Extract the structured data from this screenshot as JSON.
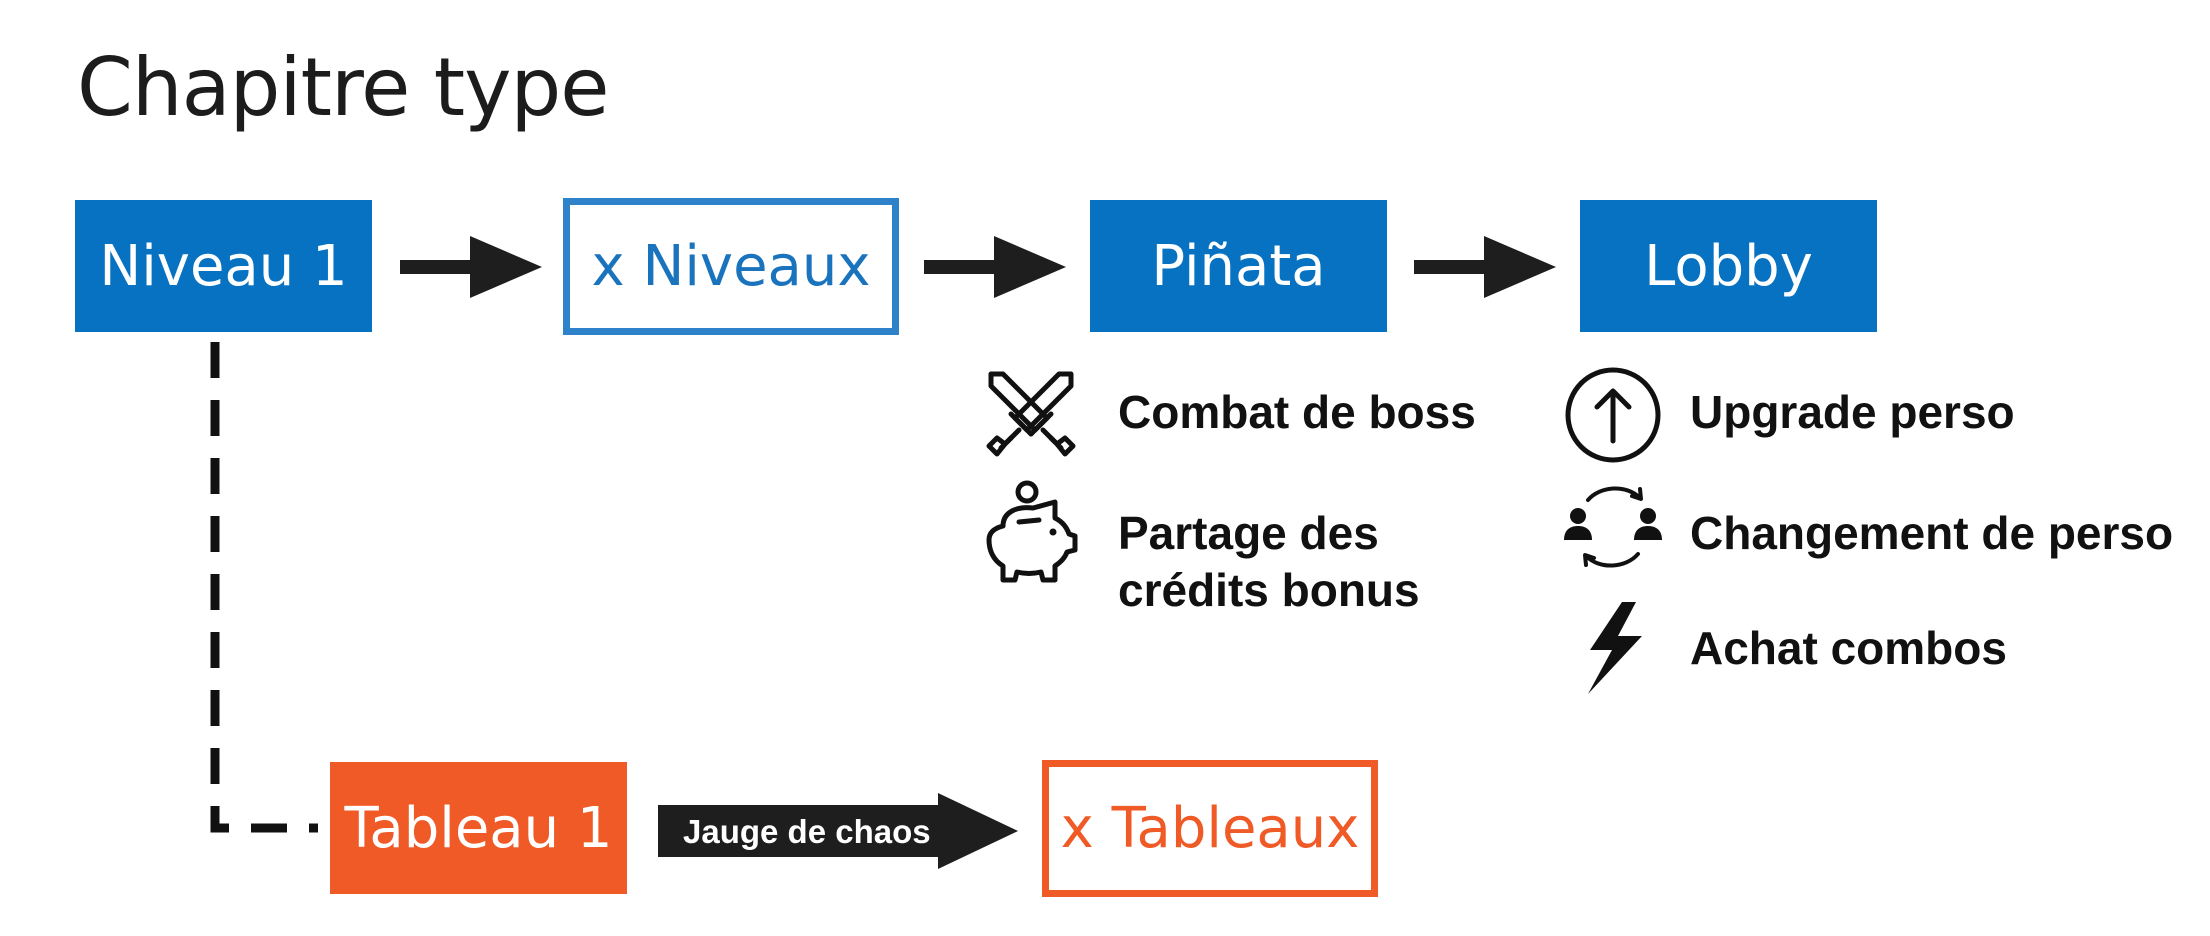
{
  "title": "Chapitre type",
  "boxes": {
    "niveau1": "Niveau 1",
    "x_niveaux": "x Niveaux",
    "pinata": "Piñata",
    "lobby": "Lobby",
    "tableau1": "Tableau 1",
    "x_tableaux": "x Tableaux"
  },
  "arrow_label": "Jauge de chaos",
  "pinata_items": [
    {
      "icon": "crossed-swords-icon",
      "label": "Combat de boss"
    },
    {
      "icon": "piggy-bank-icon",
      "label_line1": "Partage des",
      "label_line2": "crédits bonus"
    }
  ],
  "lobby_items": [
    {
      "icon": "upgrade-arrow-icon",
      "label": "Upgrade perso"
    },
    {
      "icon": "swap-people-icon",
      "label": "Changement de perso"
    },
    {
      "icon": "lightning-icon",
      "label": "Achat combos"
    }
  ],
  "colors": {
    "blue": "#0872c2",
    "orange": "#ef5a27",
    "dark": "#1e1e1e"
  }
}
